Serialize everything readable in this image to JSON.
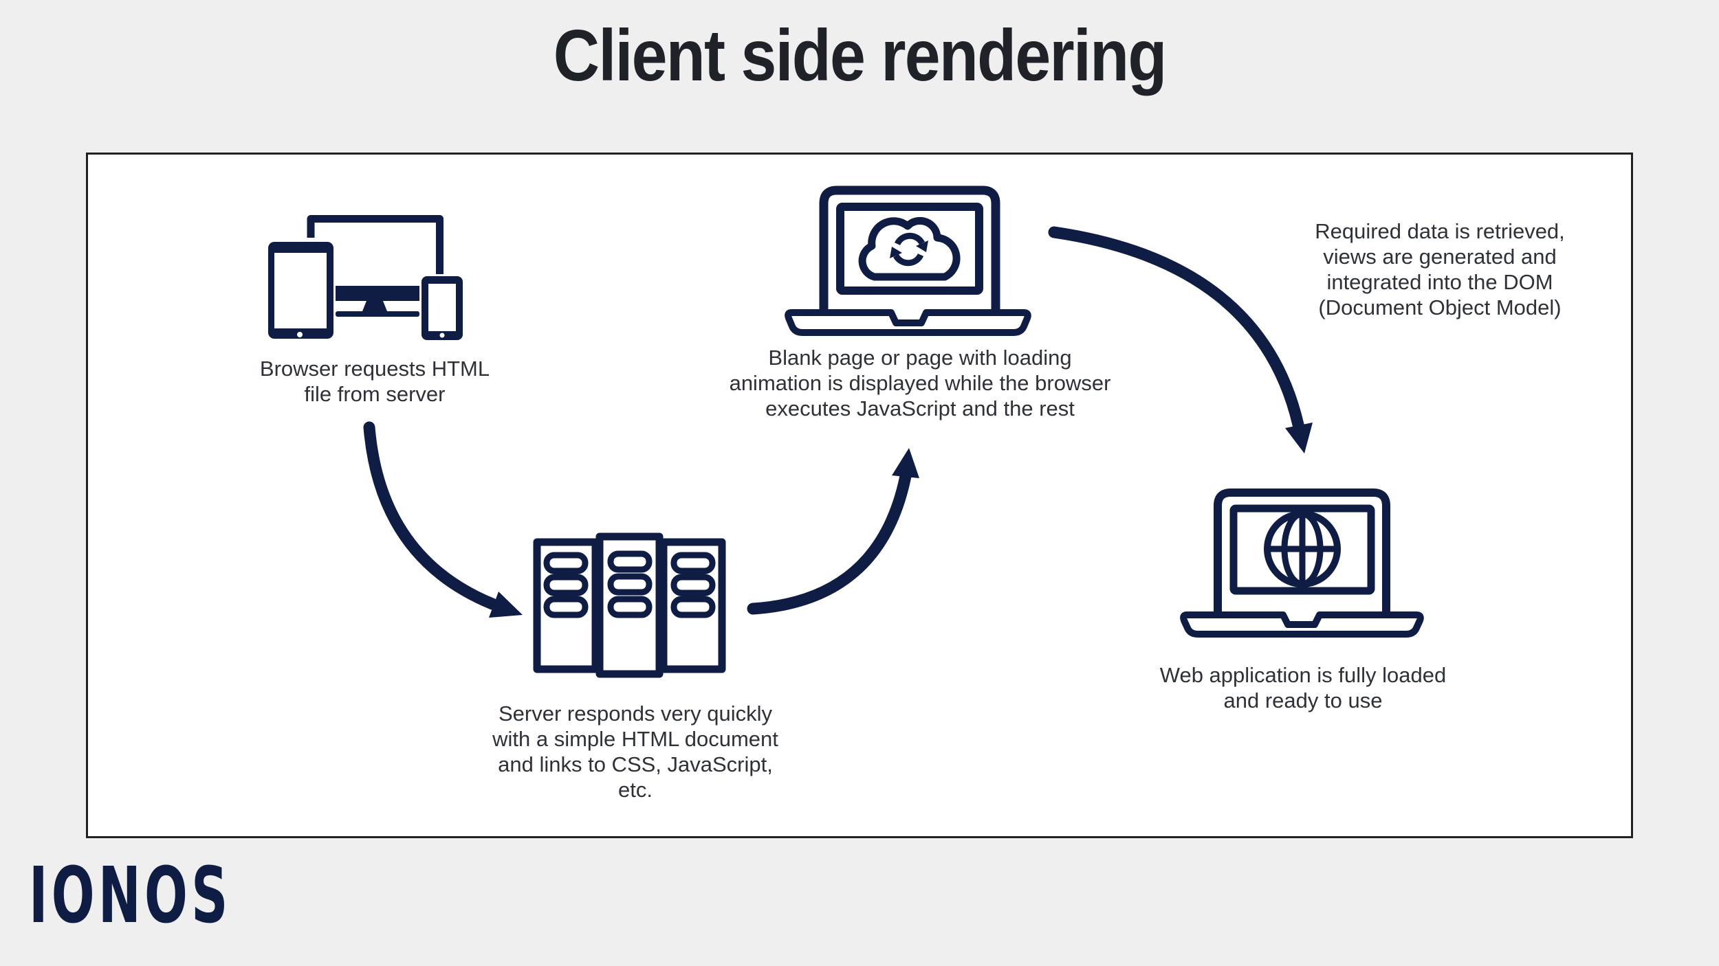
{
  "title": "Client side rendering",
  "logo": "IONOS",
  "colors": {
    "navy": "#0f1d45",
    "title_ink": "#1f2228",
    "text_ink": "#2d3138",
    "background": "#efefef",
    "panel": "#ffffff",
    "panel_border": "#1e2126"
  },
  "steps": {
    "devices_caption": "Browser requests HTML\nfile from server",
    "server_caption": "Server responds very quickly\nwith a simple HTML document\nand links to CSS, JavaScript, etc.",
    "cloud_caption": "Blank page or page with loading\nanimation is displayed while the browser\nexecutes JavaScript and the rest",
    "required_caption": "Required data is retrieved,\nviews are generated and\nintegrated into the DOM\n(Document Object Model)",
    "webapp_caption": "Web application is fully loaded\nand ready to use"
  },
  "icons": {
    "devices": "responsive-devices-icon",
    "server": "server-rack-icon",
    "cloud_laptop": "laptop-cloud-sync-icon",
    "globe_laptop": "laptop-globe-icon",
    "arrow_1": "curved-arrow-down-right-icon",
    "arrow_2": "curved-arrow-up-icon",
    "arrow_3": "curved-arrow-down-icon",
    "logo": "ionos-logo"
  }
}
